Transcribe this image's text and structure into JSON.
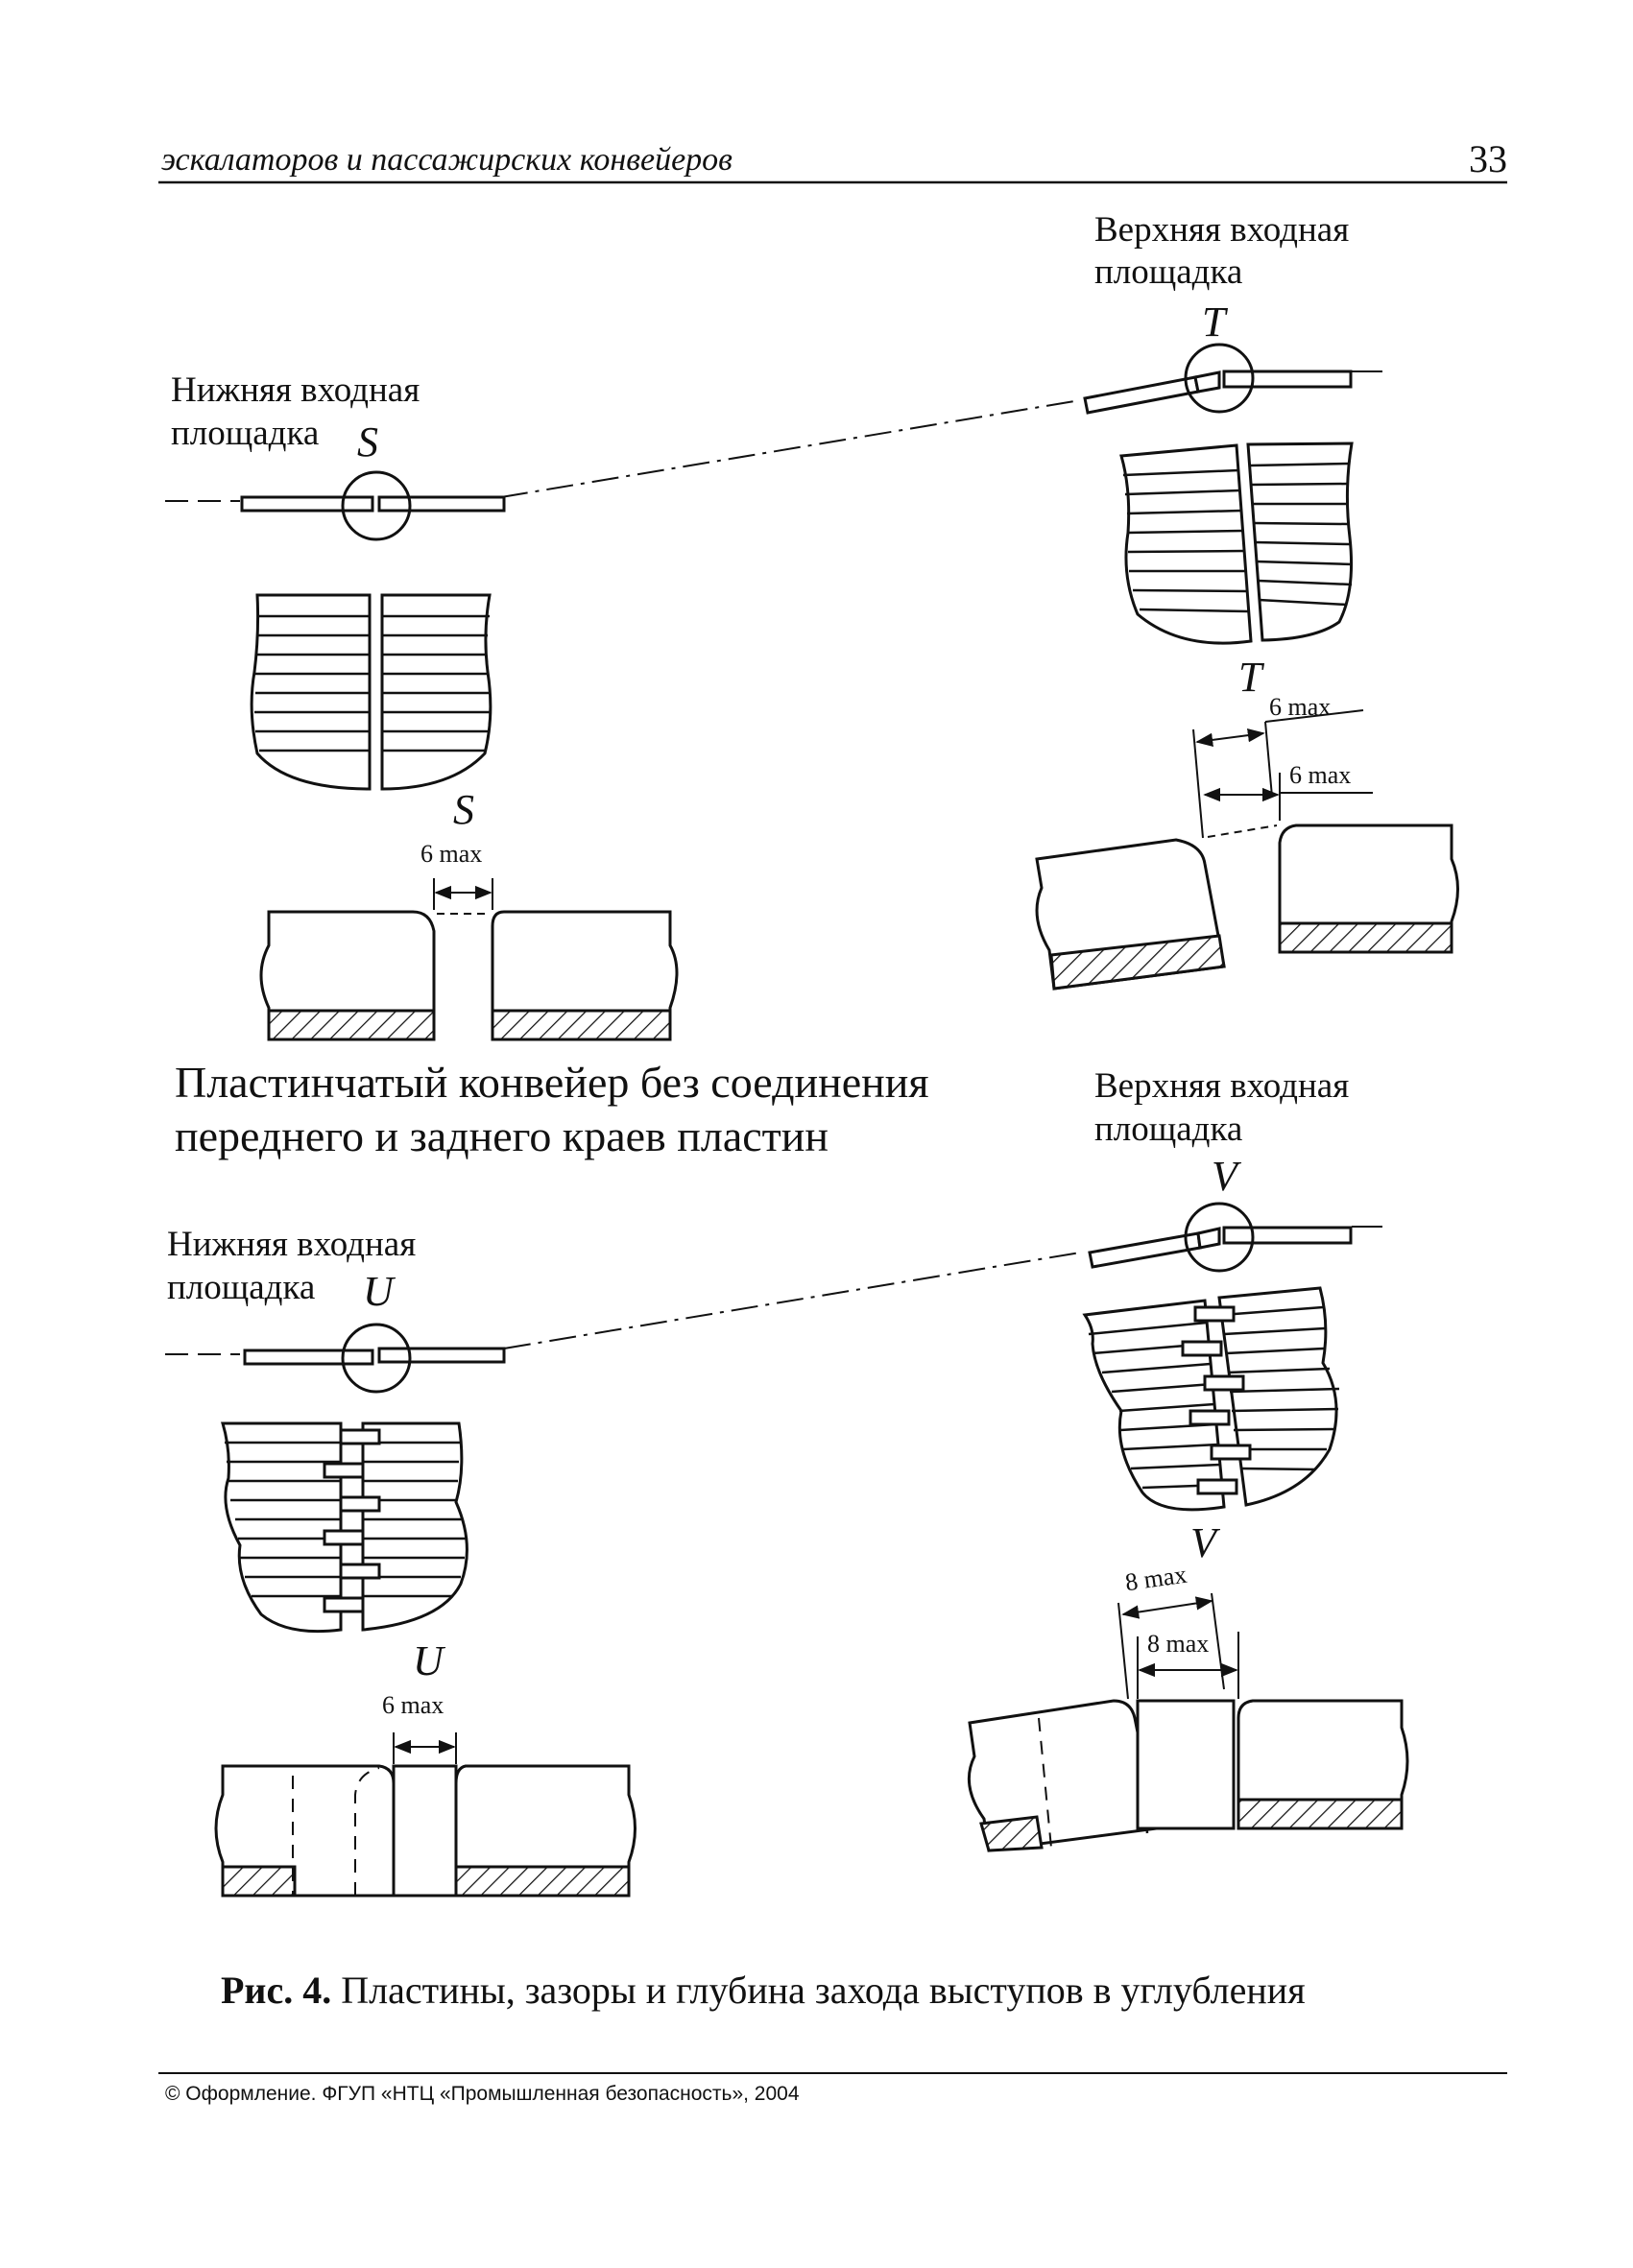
{
  "header": {
    "running_title": "эскалаторов и пассажирских конвейеров",
    "page_number": "33"
  },
  "figure": {
    "top": {
      "upper_landing": [
        "Верхняя входная",
        "площадка"
      ],
      "lower_landing": [
        "Нижняя входная",
        "площадка"
      ],
      "marker_lower": "S",
      "marker_upper": "T",
      "detail_lower_label": "S",
      "detail_lower_dim": "6 max",
      "detail_upper_label": "T",
      "detail_upper_dim1": "6 max",
      "detail_upper_dim2": "6 max"
    },
    "middle_caption": [
      "Пластинчатый конвейер без соединения",
      "переднего и заднего краев пластин"
    ],
    "bottom": {
      "upper_landing": [
        "Верхняя входная",
        "площадка"
      ],
      "lower_landing": [
        "Нижняя входная",
        "площадка"
      ],
      "marker_lower": "U",
      "marker_upper": "V",
      "detail_lower_label": "U",
      "detail_lower_dim": "6 max",
      "detail_upper_label": "V",
      "detail_upper_dim1": "8 max",
      "detail_upper_dim2": "8 max"
    }
  },
  "caption": {
    "prefix": "Рис. 4.",
    "text": " Пластины, зазоры и глубина захода выступов в углубления"
  },
  "footer": {
    "copyright": "© Оформление. ФГУП «НТЦ «Промышленная безопасность», 2004"
  }
}
